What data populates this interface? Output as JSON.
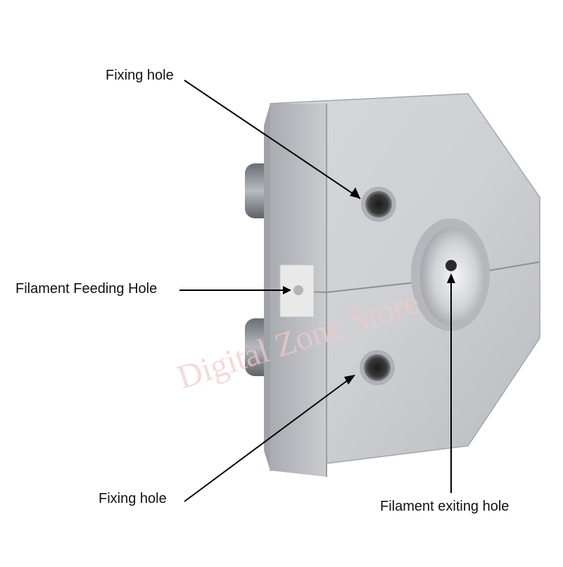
{
  "labels": {
    "top_fixing": "Fixing hole",
    "feeding": "Filament Feeding Hole",
    "bottom_fixing": "Fixing hole",
    "exiting": "Filament exiting hole"
  },
  "watermark": "Digital Zone Store",
  "colors": {
    "metal_light": "#dcdde0",
    "metal_mid": "#c4c6ca",
    "metal_dark": "#8e9196",
    "hole_dark": "#2a2a2a",
    "leader_line": "#000000",
    "watermark": "#f2c9c9"
  }
}
